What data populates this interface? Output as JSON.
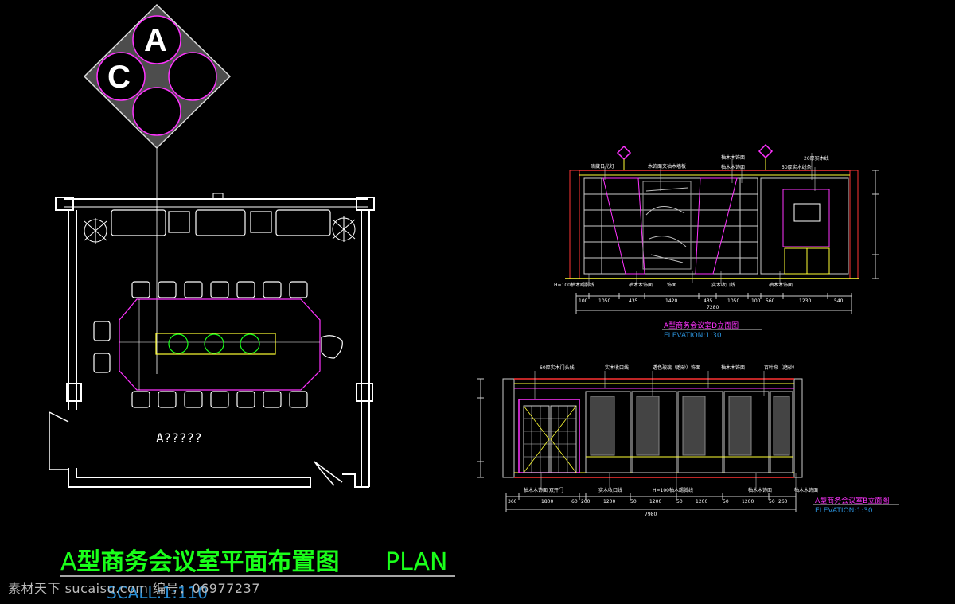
{
  "marker": {
    "letter_top": "A",
    "letter_left": "C"
  },
  "plan": {
    "room_label": "A?????"
  },
  "elevation_d": {
    "title": "A型商务会议室D立面图",
    "scale": "ELEVATION:1:30",
    "top_labels": [
      "暗藏日光灯",
      "木饰面夹柚木墙板",
      "柚木木饰面",
      "柚木木饰面",
      "20厚实木线",
      "50厚实木线条"
    ],
    "bottom_labels": [
      "H=100柚木踢脚线",
      "柚木木饰面",
      "饰面",
      "实木收口线",
      "柚木木饰面"
    ],
    "dims": [
      "100",
      "1050",
      "435",
      "1420",
      "435",
      "1050",
      "100",
      "560",
      "1230",
      "540"
    ],
    "total": "7280"
  },
  "elevation_b": {
    "title": "A型商务会议室B立面图",
    "scale": "ELEVATION:1:30",
    "top_labels": [
      "60厚实木门头线",
      "实木收口线",
      "透色玻璃（磨砂）饰面",
      "柚木木饰面",
      "百叶帘（磨砂）"
    ],
    "bottom_labels": [
      "柚木木饰面 双开门",
      "实木收口线",
      "H=100柚木踢脚线",
      "柚木木饰面",
      "柚木木饰面"
    ],
    "dims": [
      "360",
      "1800",
      "60",
      "200",
      "1200",
      "50",
      "1200",
      "50",
      "1200",
      "50",
      "1200",
      "50",
      "260"
    ],
    "total": "7980"
  },
  "title": {
    "cn": "A型商务会议室平面布置图",
    "en": "PLAN",
    "scale": "SCALL:1:110"
  },
  "watermark": "素材天下 sucaisu.com 编号：06977237"
}
